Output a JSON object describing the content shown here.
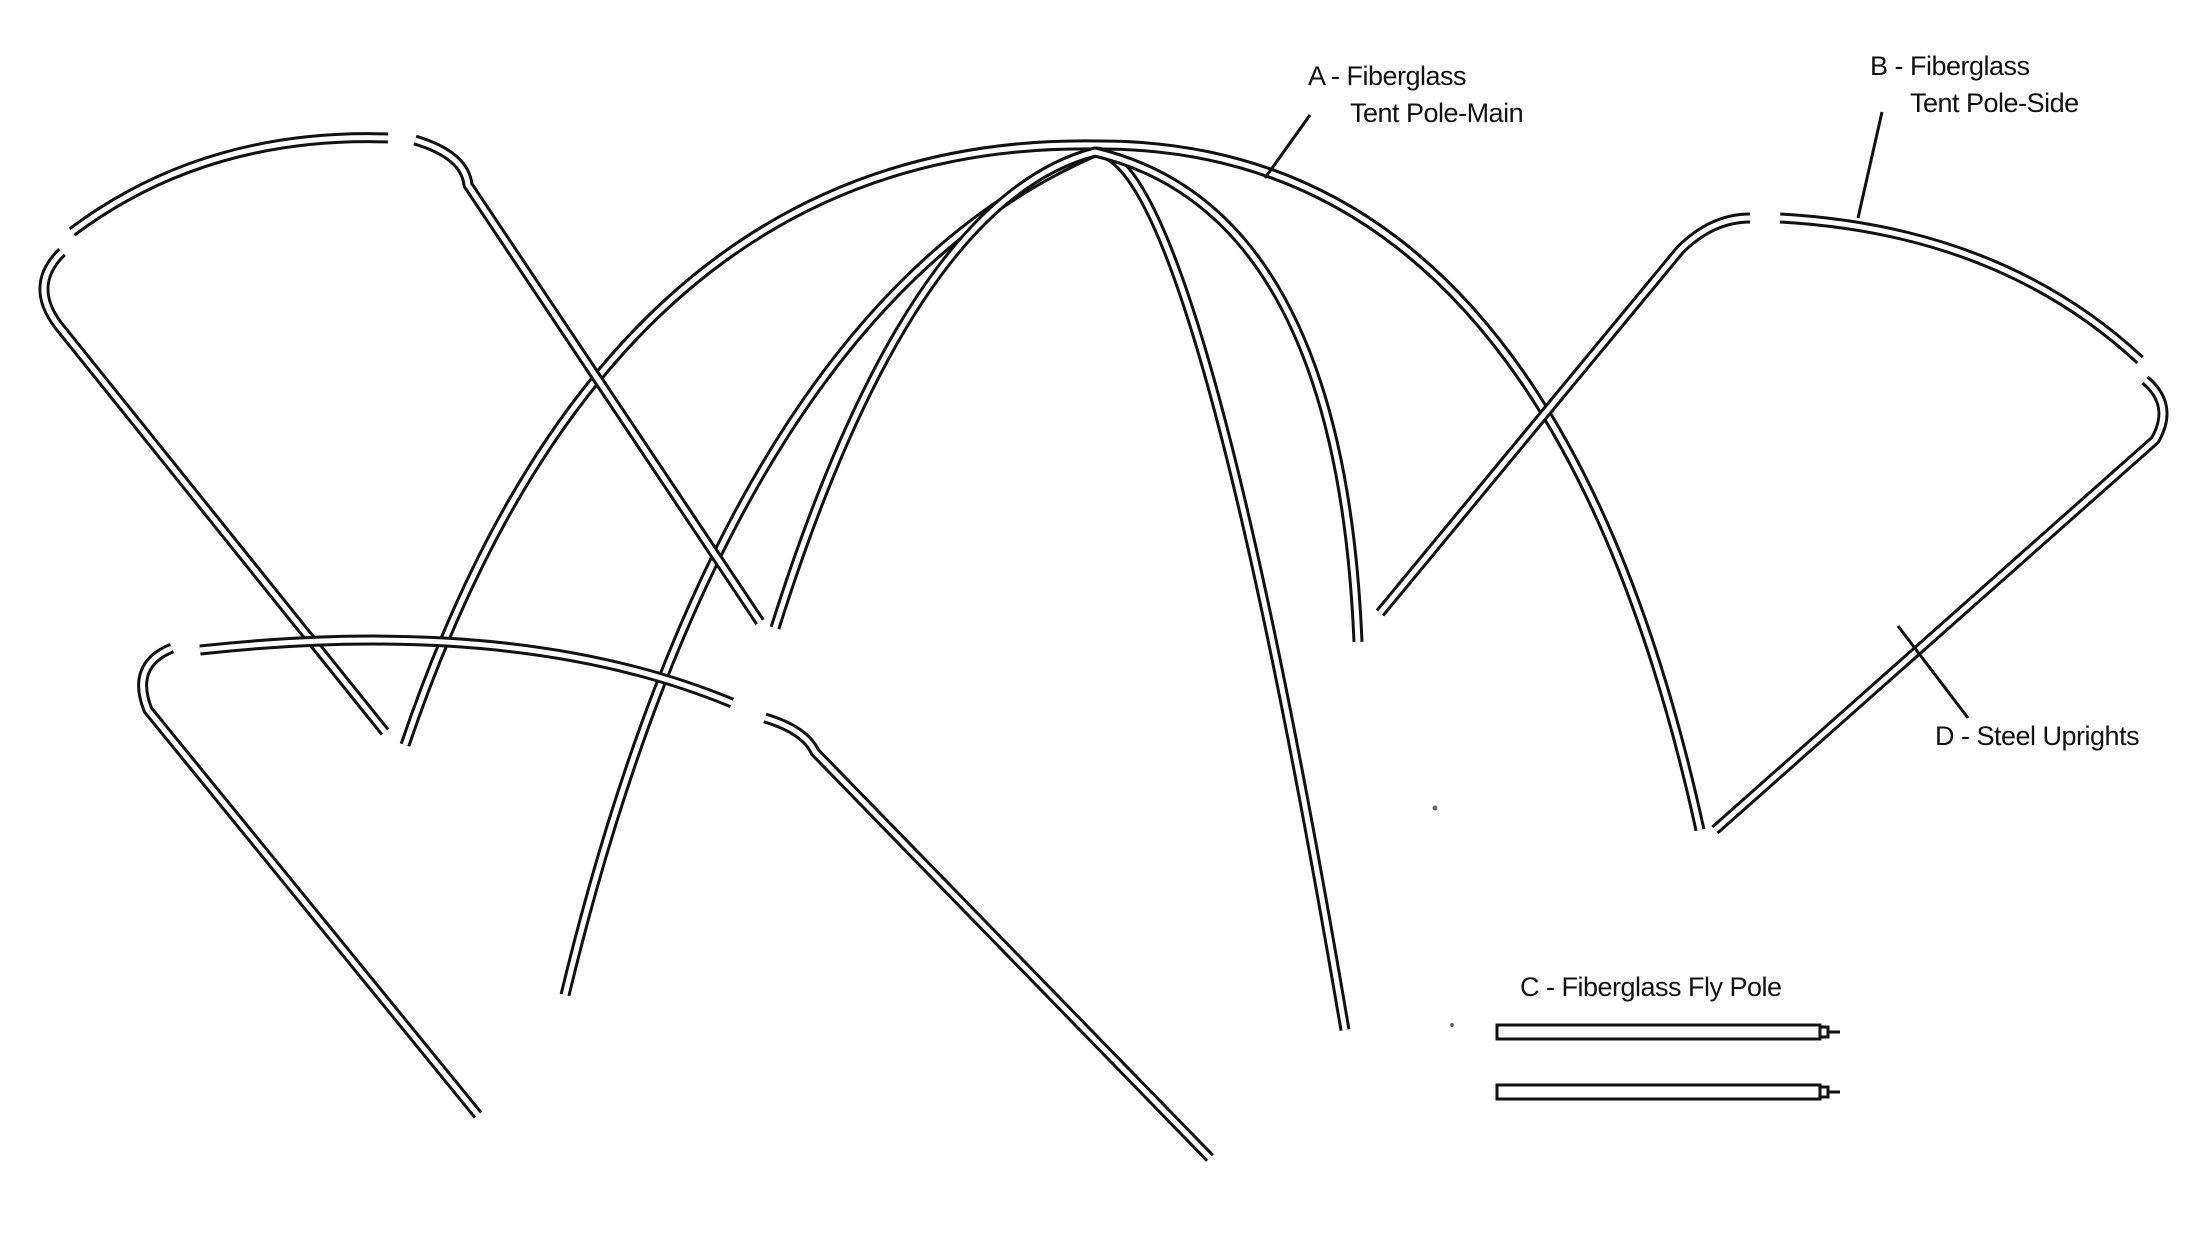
{
  "diagram": {
    "labels": {
      "a_line1": "A - Fiberglass",
      "a_line2": "Tent Pole-Main",
      "b_line1": "B - Fiberglass",
      "b_line2": "Tent Pole-Side",
      "c": "C - Fiberglass Fly Pole",
      "d": "D - Steel Uprights"
    }
  }
}
